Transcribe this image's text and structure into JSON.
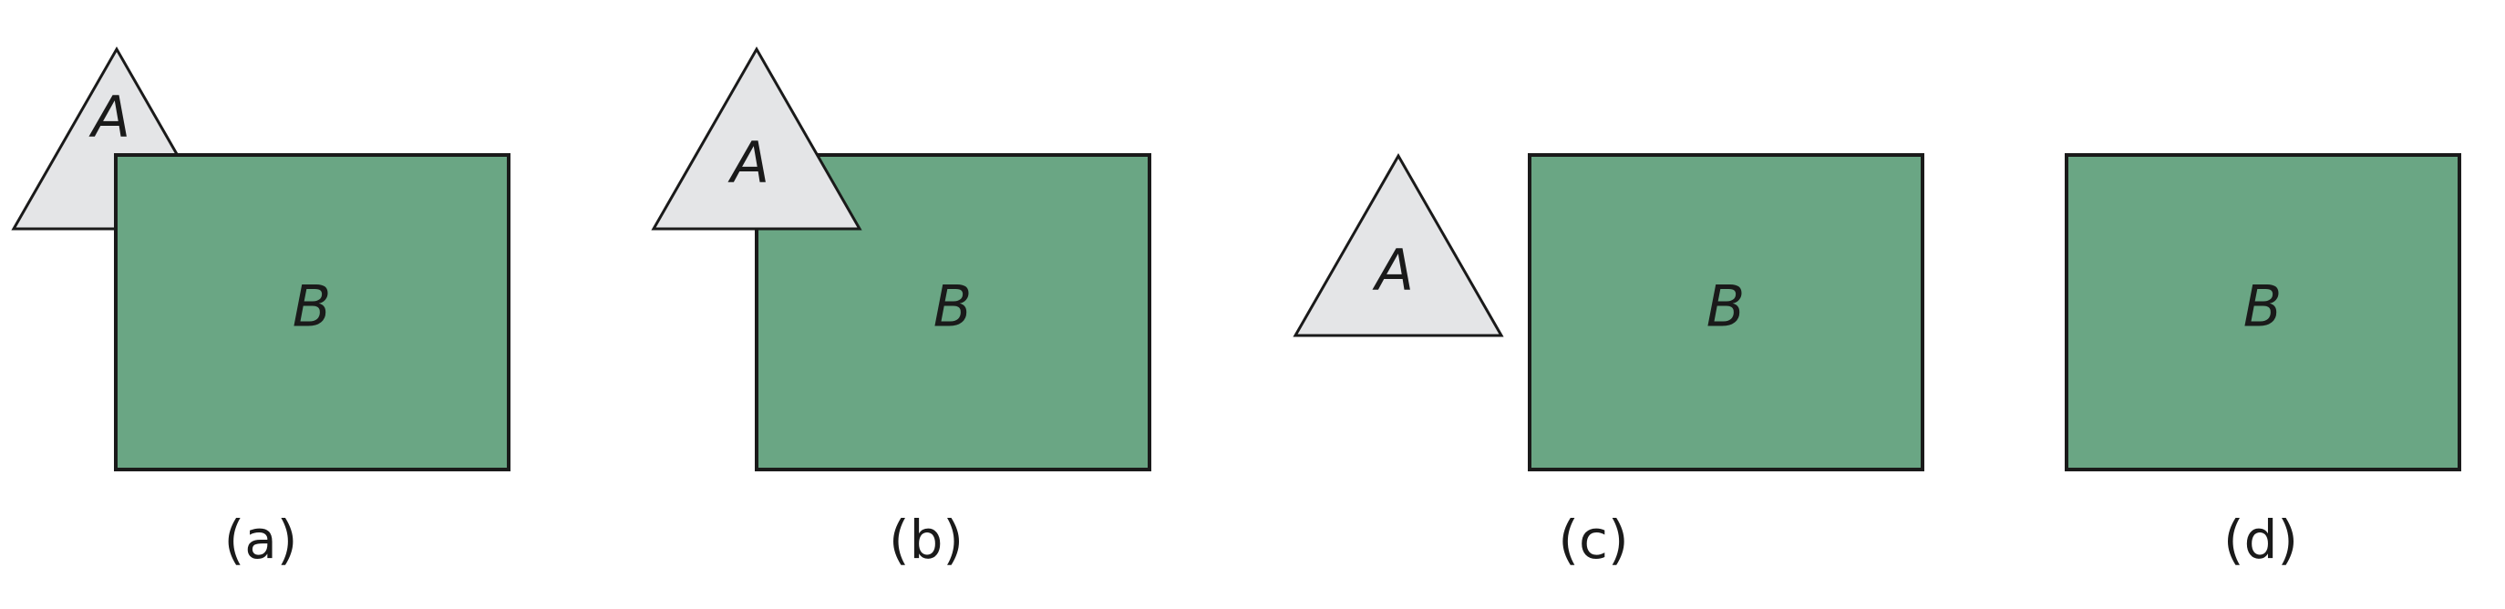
{
  "panels": [
    {
      "caption": "(a)",
      "rect_label": "B",
      "triangle_label": "A"
    },
    {
      "caption": "(b)",
      "rect_label": "B",
      "triangle_label": "A"
    },
    {
      "caption": "(c)",
      "rect_label": "B",
      "triangle_label": "A"
    },
    {
      "caption": "(d)",
      "rect_label": "B"
    }
  ],
  "colors": {
    "rectangle_fill": "#6aa684",
    "triangle_fill": "#e4e5e7",
    "outline": "#1a1a1a"
  }
}
